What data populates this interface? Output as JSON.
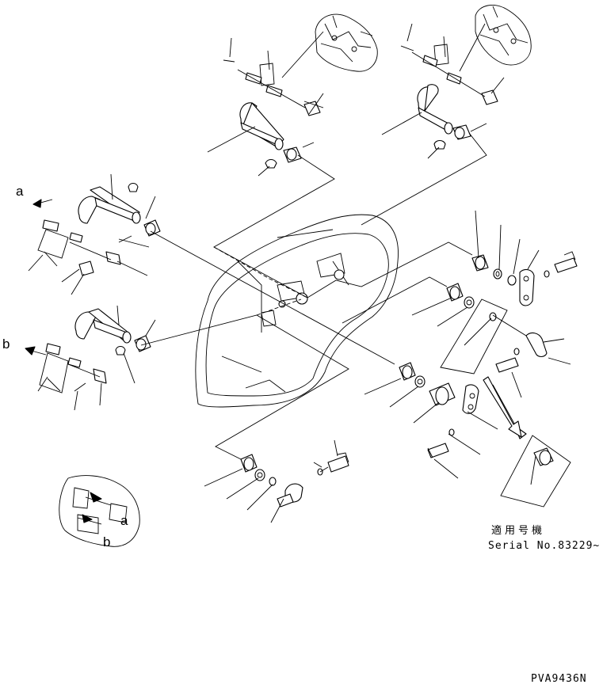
{
  "callouts": {
    "a_left": "a",
    "b_left": "b",
    "a_inset": "a",
    "b_inset": "b"
  },
  "applicability": {
    "heading": "適用号機",
    "serial": "Serial No.83229~"
  },
  "drawing_code": "PVA9436N",
  "icons": {
    "arrow": "arrow-icon",
    "direction": "direction-arrow-icon"
  },
  "colors": {
    "line": "#000000",
    "background": "#ffffff"
  }
}
